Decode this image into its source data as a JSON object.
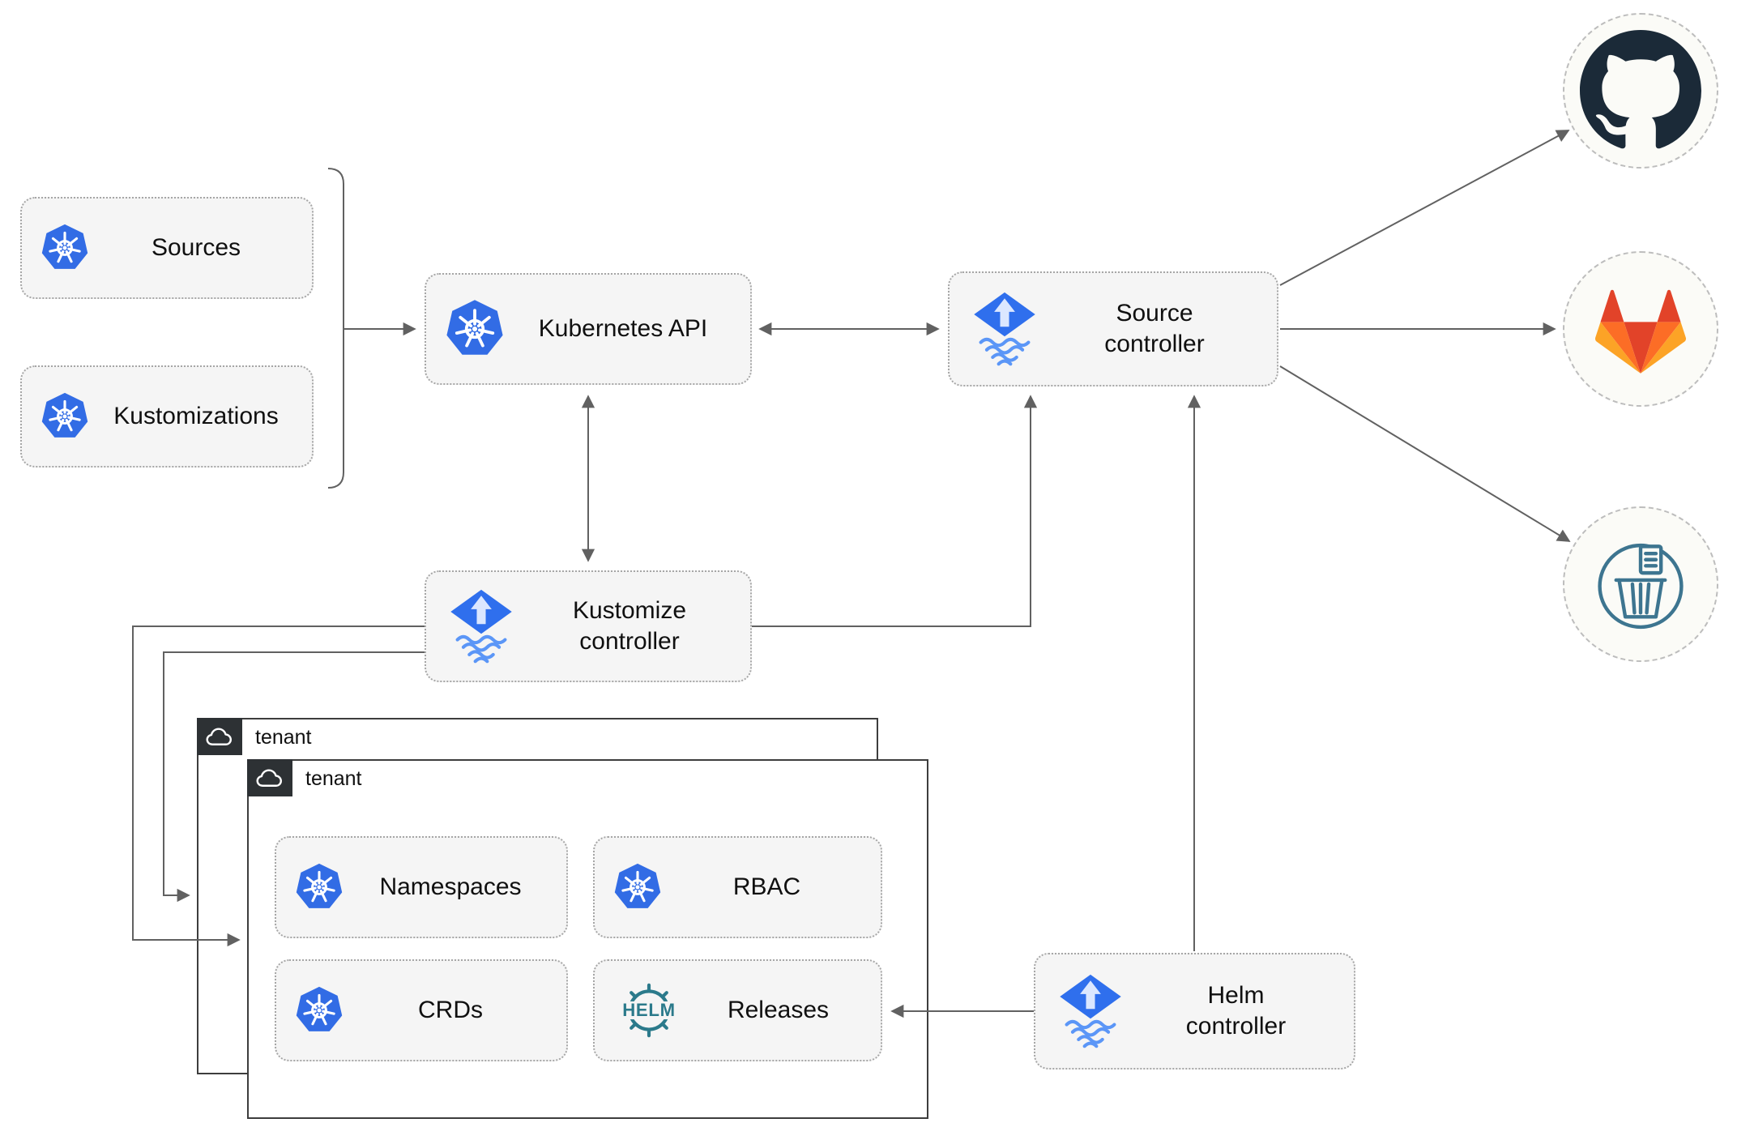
{
  "diagram": {
    "left_column": {
      "sources": {
        "label": "Sources",
        "icon": "kubernetes-icon"
      },
      "kustomizations": {
        "label": "Kustomizations",
        "icon": "kubernetes-icon"
      }
    },
    "core": {
      "kubernetes_api": {
        "label": "Kubernetes API",
        "icon": "kubernetes-icon"
      },
      "source_controller": {
        "label": "Source controller",
        "icon": "flux-icon"
      },
      "kustomize_controller": {
        "label": "Kustomize controller",
        "icon": "flux-icon"
      },
      "helm_controller": {
        "label": "Helm controller",
        "icon": "flux-icon"
      }
    },
    "tenant_back": {
      "label": "tenant",
      "icon": "cloud-icon"
    },
    "tenant_front": {
      "label": "tenant",
      "icon": "cloud-icon",
      "items": {
        "namespaces": {
          "label": "Namespaces",
          "icon": "kubernetes-icon"
        },
        "rbac": {
          "label": "RBAC",
          "icon": "kubernetes-icon"
        },
        "crds": {
          "label": "CRDs",
          "icon": "kubernetes-icon"
        },
        "releases": {
          "label": "Releases",
          "icon": "helm-icon",
          "icon_text": "HELM"
        }
      }
    },
    "external_targets": {
      "github": {
        "icon": "github-icon"
      },
      "gitlab": {
        "icon": "gitlab-icon"
      },
      "bucket": {
        "icon": "bucket-icon"
      }
    },
    "colors": {
      "kubernetes_blue": "#326ce5",
      "flux_blue": "#2f6fed",
      "flux_wave_blue": "#5b96f7",
      "github_dark": "#1b2a38",
      "gitlab_red": "#e24329",
      "gitlab_orange": "#fc6d26",
      "gitlab_yellow": "#fca326",
      "helm_teal": "#2b7a8b",
      "bucket_teal": "#3d7590",
      "connector_gray": "#616161",
      "node_fill": "#f5f5f5",
      "node_border": "#a6a6a6",
      "tenant_tab_dark": "#2d3134"
    }
  }
}
